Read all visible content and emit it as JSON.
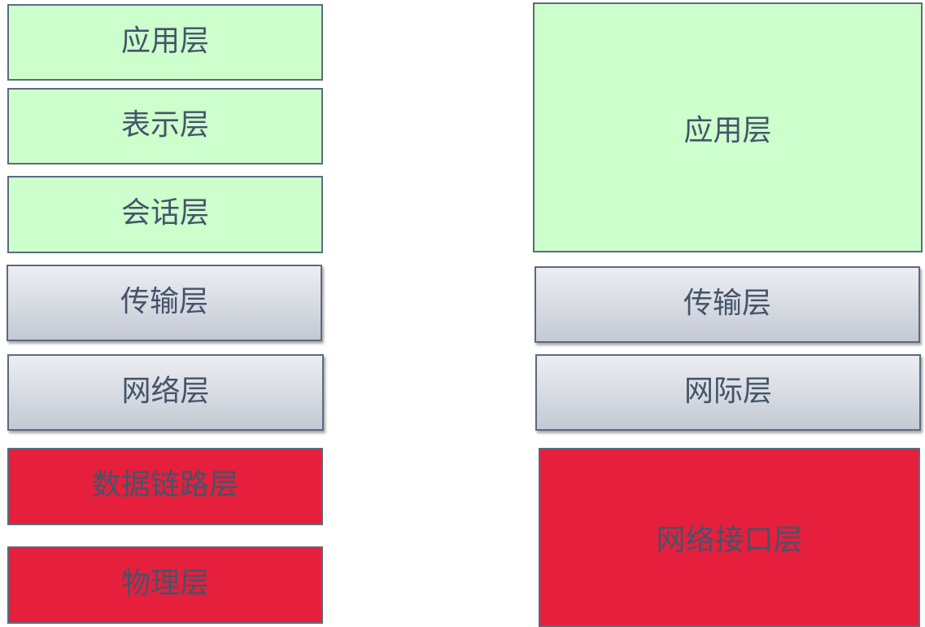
{
  "title": "",
  "osi_model": {
    "layers": [
      {
        "label": "应用层",
        "color": "#ccffcc"
      },
      {
        "label": "表示层",
        "color": "#ccffcc"
      },
      {
        "label": "会话层",
        "color": "#ccffcc"
      },
      {
        "label": "传输层",
        "color": "#d6dae1"
      },
      {
        "label": "网络层",
        "color": "#d6dae1"
      },
      {
        "label": "数据链路层",
        "color": "#e61f3c"
      },
      {
        "label": "物理层",
        "color": "#e61f3c"
      }
    ]
  },
  "tcpip_model": {
    "layers": [
      {
        "label": "应用层",
        "color": "#ccffcc"
      },
      {
        "label": "传输层",
        "color": "#d6dae1"
      },
      {
        "label": "网际层",
        "color": "#d6dae1"
      },
      {
        "label": "网络接口层",
        "color": "#e61f3c"
      }
    ]
  }
}
